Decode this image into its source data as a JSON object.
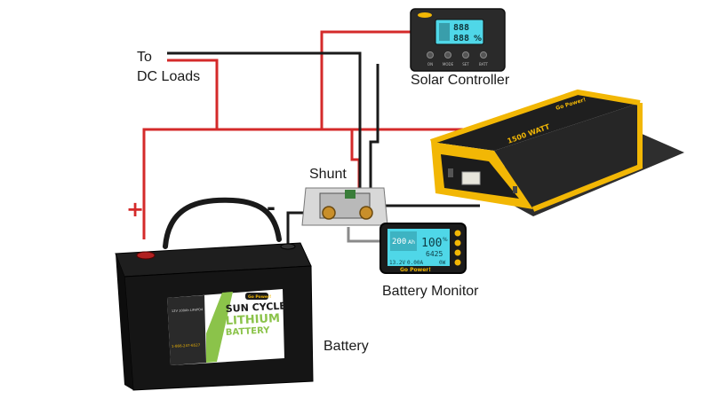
{
  "labels": {
    "dc_loads_line1": "To",
    "dc_loads_line2": "DC Loads",
    "solar_controller": "Solar Controller",
    "shunt": "Shunt",
    "battery_monitor": "Battery Monitor",
    "battery": "Battery",
    "plus_sign": "+",
    "minus_sign": "-"
  },
  "solar_controller_display": {
    "row1": "888",
    "row2": "888",
    "unit": "%",
    "buttons": [
      "ON",
      "MODE",
      "SET",
      "BATT"
    ]
  },
  "inverter_text": {
    "rating": "1500 WATT",
    "brand": "Go Power!"
  },
  "battery_monitor_display": {
    "left_top": "200",
    "unit_left": "Ah",
    "right_top": "100",
    "unit_right": "%",
    "right_mid": "6425",
    "bottom_left": "13.2V",
    "bottom_mid": "0.00A",
    "bottom_right": "0W",
    "brand": "Go Power!"
  },
  "battery_text": {
    "brand_badge": "Go Power!",
    "line1": "SUN CYCLE",
    "line2": "LITHIUM",
    "line3": "BATTERY",
    "phone": "1-866-247-6527",
    "spec": "12V 100Ah LiFePO4"
  },
  "colors": {
    "positive_wire": "#d42a2a",
    "negative_wire": "#1a1a1a",
    "monitor_wire": "#888888",
    "inverter_accent": "#f2b705",
    "lcd": "#4fd7e8",
    "battery_green": "#8bc34a"
  }
}
